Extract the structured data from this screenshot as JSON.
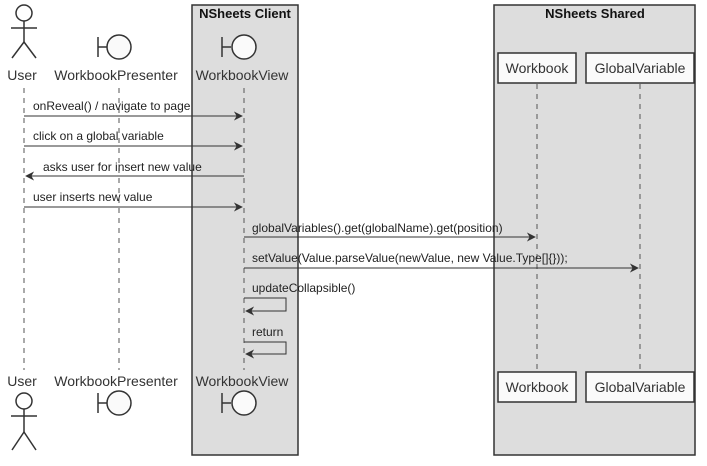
{
  "colors": {
    "group_fill": "#dddddd",
    "box_fill": "#fafafa",
    "line": "#333333",
    "lifeline": "#555555"
  },
  "groups": [
    {
      "title": "NSheets Client"
    },
    {
      "title": "NSheets Shared"
    }
  ],
  "participants": [
    {
      "label": "User",
      "kind": "actor"
    },
    {
      "label": "WorkbookPresenter",
      "kind": "boundary"
    },
    {
      "label": "WorkbookView",
      "kind": "boundary"
    },
    {
      "label": "Workbook",
      "kind": "participant"
    },
    {
      "label": "GlobalVariable",
      "kind": "participant"
    }
  ],
  "messages": [
    {
      "text": "onReveal() / navigate to page",
      "from": 0,
      "to": 2
    },
    {
      "text": "click on a global variable",
      "from": 0,
      "to": 2
    },
    {
      "text": "asks user for insert new value",
      "from": 2,
      "to": 0
    },
    {
      "text": "user inserts new value",
      "from": 0,
      "to": 2
    },
    {
      "text": "globalVariables().get(globalName).get(position)",
      "from": 2,
      "to": 3
    },
    {
      "text": "setValue(Value.parseValue(newValue, new Value.Type[]{}));",
      "from": 2,
      "to": 4
    },
    {
      "text": "updateCollapsible()",
      "from": 2,
      "to": 2
    },
    {
      "text": "return",
      "from": 2,
      "to": 2
    }
  ]
}
